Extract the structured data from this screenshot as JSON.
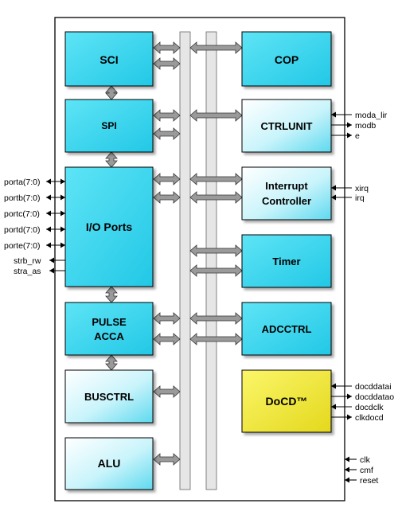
{
  "blocks": {
    "sci": "SCI",
    "cop": "COP",
    "spi": "SPI",
    "ctrlunit": "CTRLUNIT",
    "io_ports": "I/O Ports",
    "interrupt_line1": "Interrupt",
    "interrupt_line2": "Controller",
    "timer": "Timer",
    "pulse_line1": "PULSE",
    "pulse_line2": "ACCA",
    "adcctrl": "ADCCTRL",
    "busctrl": "BUSCTRL",
    "docd": "DoCD™",
    "alu": "ALU"
  },
  "left_signals": [
    "porta(7:0)",
    "portb(7:0)",
    "portc(7:0)",
    "portd(7:0)",
    "porte(7:0)",
    "strb_rw",
    "stra_as"
  ],
  "ctrlunit_signals": [
    "moda_lir",
    "modb",
    "e"
  ],
  "interrupt_signals": [
    "xirq",
    "irq"
  ],
  "docd_signals": [
    "docddatai",
    "docddatao",
    "docdclk",
    "clkdocd"
  ],
  "clock_signals": [
    "clk",
    "cmf",
    "reset"
  ],
  "colors": {
    "cyan_block": "#33d4ee",
    "light_cyan_block": "#ccf6fc",
    "docd_block": "#f2ec34",
    "bus": "#e6e6e6",
    "arrow_fill": "#9a9a9a"
  }
}
